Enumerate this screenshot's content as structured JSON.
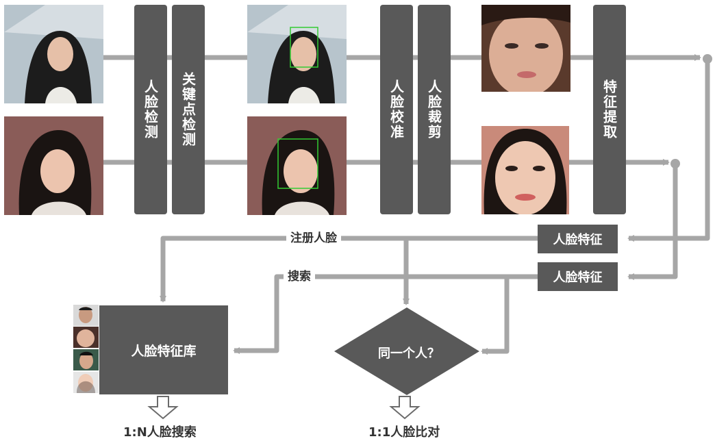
{
  "stages": {
    "detect": "人脸检测",
    "landmark": "关键点检测",
    "align": "人脸校准",
    "crop": "人脸裁剪",
    "extract": "特征提取"
  },
  "features": {
    "top": "人脸特征",
    "bottom": "人脸特征"
  },
  "edges": {
    "register": "注册人脸",
    "search": "搜索"
  },
  "database": {
    "label": "人脸特征库"
  },
  "decision": {
    "label": "同一个人？"
  },
  "outputs": {
    "one_to_n": "1:N人脸搜索",
    "one_to_one": "1:1人脸比对"
  },
  "colors": {
    "box": "#595959",
    "wire": "#a6a6a6",
    "detect_frame": "#33cc33"
  }
}
